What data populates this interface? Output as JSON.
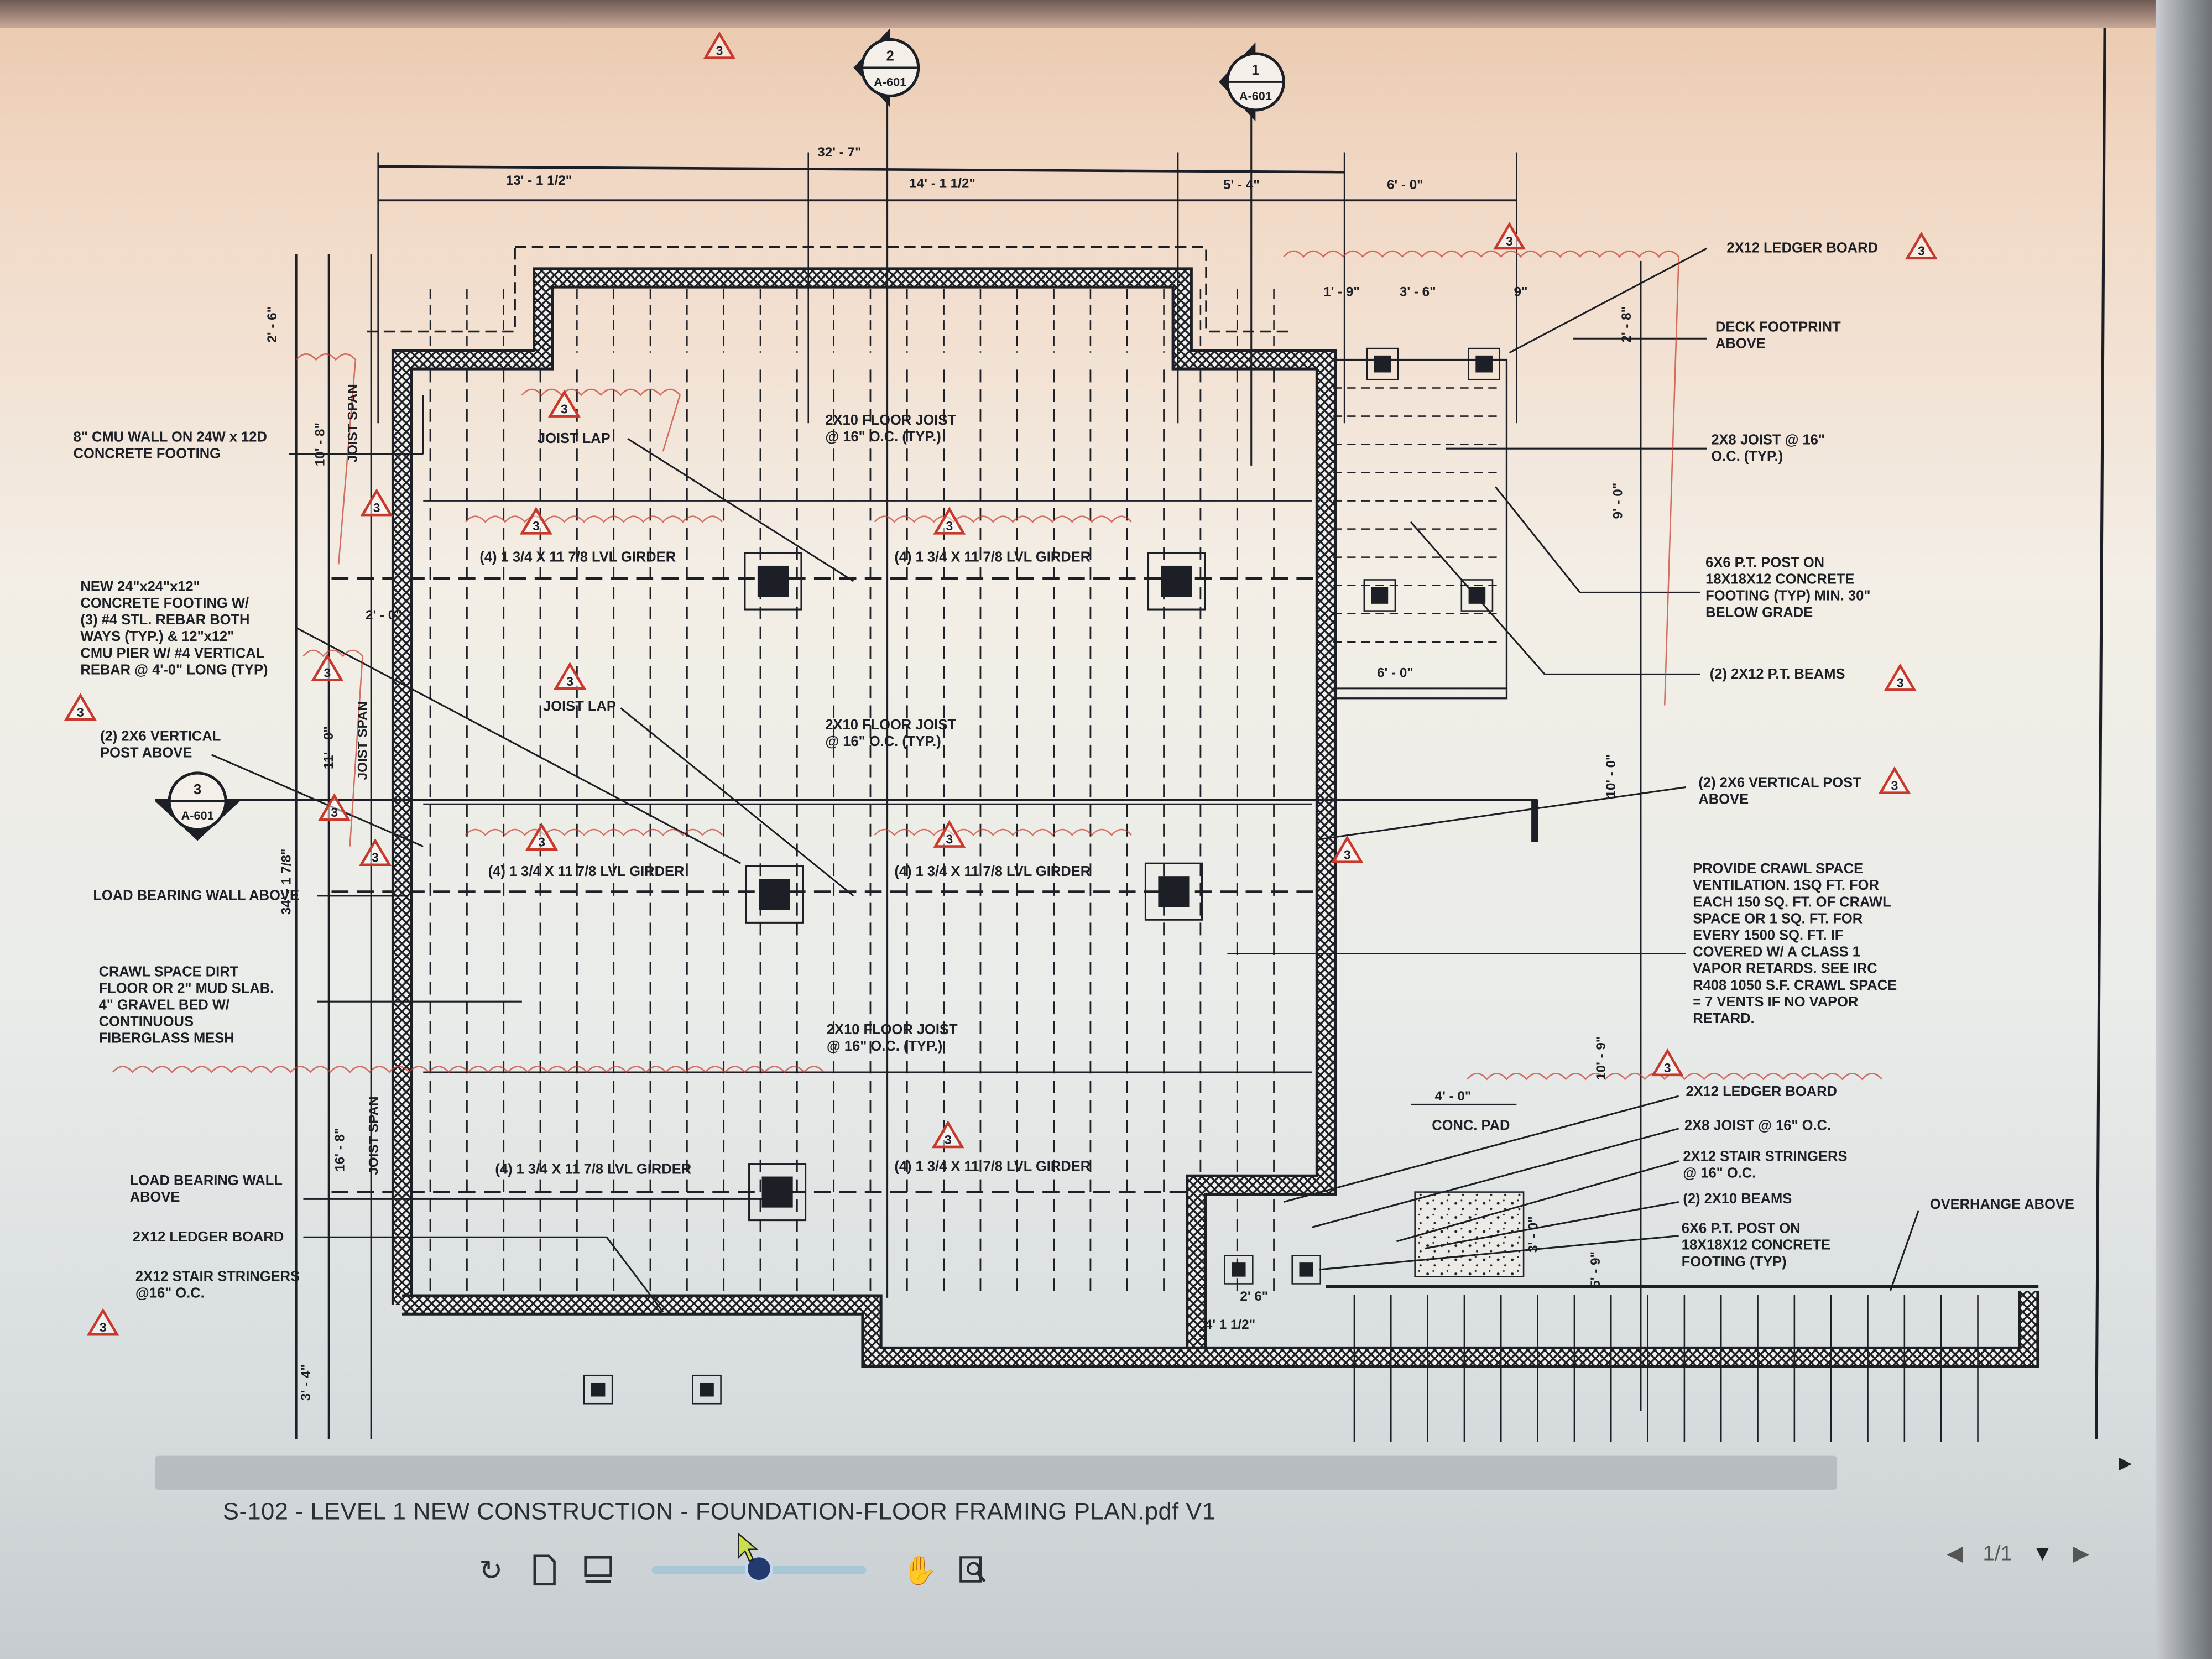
{
  "viewer": {
    "filename": "S-102 - LEVEL 1 NEW CONSTRUCTION - FOUNDATION-FLOOR FRAMING PLAN.pdf V1",
    "page_indicator": "1/1",
    "zoom_level": 0.5,
    "toolbar": [
      "rotate-icon",
      "single-page-icon",
      "page-view-icon",
      "hand-pan-icon",
      "zoom-area-icon"
    ]
  },
  "drawing": {
    "revision_tag": "3",
    "section_marks": [
      {
        "number": "2",
        "sheet": "A-601"
      },
      {
        "number": "1",
        "sheet": "A-601"
      },
      {
        "number": "3",
        "sheet": "A-601"
      }
    ],
    "dimensions": {
      "overall_width": "32' - 7\"",
      "seg1": "13' - 1 1/2\"",
      "seg2": "14' - 1 1/2\"",
      "seg3": "5' - 4\"",
      "seg4": "6' - 0\"",
      "left_top": "2' - 6\"",
      "left_span1": "10' - 8\"",
      "left_span2": "11' - 0\"",
      "left_total": "34' - 1 7/8\"",
      "left_span3": "16' - 8\"",
      "left_bottom": "3' - 4\"",
      "notch": "2' - 0\"",
      "deck_a": "1' - 9\"",
      "deck_b": "3' - 6\"",
      "deck_c": "9\"",
      "deck_d": "2' - 8\"",
      "deck_width": "6' - 0\"",
      "deck_depth": "9' - 0\"",
      "right_a": "10' - 0\"",
      "right_b": "10' - 9\"",
      "right_c": "5' - 9\"",
      "right_d": "3' - 0\"",
      "pad_width": "4' - 0\"",
      "stair_a": "2' 6\"",
      "stair_b": "4' 1 1/2\""
    },
    "span_label": "JOIST SPAN",
    "notes": {
      "cmu_wall": [
        "8\" CMU WALL ON 24W x 12D",
        "CONCRETE FOOTING"
      ],
      "new_footing": [
        "NEW 24\"x24\"x12\"",
        "CONCRETE FOOTING W/",
        "(3) #4 STL. REBAR BOTH",
        "WAYS (TYP.) & 12\"x12\"",
        "CMU PIER W/ #4 VERTICAL",
        "REBAR @ 4'-0\" LONG (TYP)"
      ],
      "vert_post_left": [
        "(2) 2X6 VERTICAL",
        "POST ABOVE"
      ],
      "lbw_left1": [
        "LOAD BEARING WALL ABOVE"
      ],
      "crawl_floor": [
        "CRAWL SPACE DIRT",
        "FLOOR OR 2\" MUD SLAB.",
        "4\" GRAVEL BED W/",
        "CONTINUOUS",
        "FIBERGLASS MESH"
      ],
      "lbw_left2": [
        "LOAD BEARING WALL",
        "ABOVE"
      ],
      "ledger_left": [
        "2X12 LEDGER BOARD"
      ],
      "stringers_left": [
        "2X12 STAIR STRINGERS",
        "@16\" O.C."
      ],
      "joist_lap1": [
        "JOIST LAP"
      ],
      "joist_lap2": [
        "JOIST LAP"
      ],
      "floor_joist1": [
        "2X10 FLOOR JOIST",
        "@ 16\" O.C. (TYP.)"
      ],
      "floor_joist2": [
        "2X10 FLOOR JOIST",
        "@ 16\" O.C. (TYP.)"
      ],
      "floor_joist3": [
        "2X10 FLOOR JOIST",
        "@ 16\" O.C. (TYP.)"
      ],
      "girder1": [
        "(4) 1 3/4 X 11 7/8 LVL GIRDER"
      ],
      "girder2": [
        "(4) 1 3/4 X 11 7/8 LVL GIRDER"
      ],
      "girder3": [
        "(4) 1 3/4 X 11 7/8 LVL GIRDER"
      ],
      "girder4": [
        "(4) 1 3/4 X 11 7/8 LVL GIRDER"
      ],
      "girder5": [
        "(4) 1 3/4 X 11 7/8 LVL GIRDER"
      ],
      "girder6": [
        "(4) 1 3/4 X 11 7/8 LVL GIRDER"
      ],
      "ledger_right": [
        "2X12 LEDGER BOARD"
      ],
      "deck_footprint": [
        "DECK FOOTPRINT",
        "ABOVE"
      ],
      "deck_joist": [
        "2X8 JOIST @ 16\"",
        "O.C. (TYP.)"
      ],
      "deck_post": [
        "6X6 P.T. POST ON",
        "18X18X12 CONCRETE",
        "FOOTING (TYP) MIN. 30\"",
        "BELOW GRADE"
      ],
      "pt_beams": [
        "(2) 2X12 P.T. BEAMS"
      ],
      "vert_post_right": [
        "(2) 2X6 VERTICAL POST",
        "ABOVE"
      ],
      "ventilation": [
        "PROVIDE CRAWL SPACE",
        "VENTILATION. 1SQ FT. FOR",
        "EACH 150 SQ. FT. OF CRAWL",
        "SPACE OR 1 SQ. FT. FOR",
        "EVERY 1500 SQ. FT.  IF",
        "COVERED W/ A CLASS 1",
        "VAPOR RETARDS. SEE IRC",
        "R408 1050 S.F. CRAWL SPACE",
        "= 7 VENTS IF NO VAPOR",
        "RETARD."
      ],
      "ledger_stair": [
        "2X12 LEDGER BOARD"
      ],
      "joist_stair": [
        "2X8 JOIST @ 16\" O.C."
      ],
      "stringers_right": [
        "2X12 STAIR STRINGERS",
        "@ 16\" O.C."
      ],
      "beams_2x10": [
        "(2) 2X10 BEAMS"
      ],
      "stair_post": [
        "6X6 P.T. POST ON",
        "18X18X12 CONCRETE",
        "FOOTING (TYP)"
      ],
      "overhang": [
        "OVERHANGE ABOVE"
      ],
      "conc_pad": [
        "CONC. PAD"
      ]
    }
  },
  "colors": {
    "revision": "#c8392b",
    "ink": "#1d1f26",
    "slider": "#233a6e"
  }
}
